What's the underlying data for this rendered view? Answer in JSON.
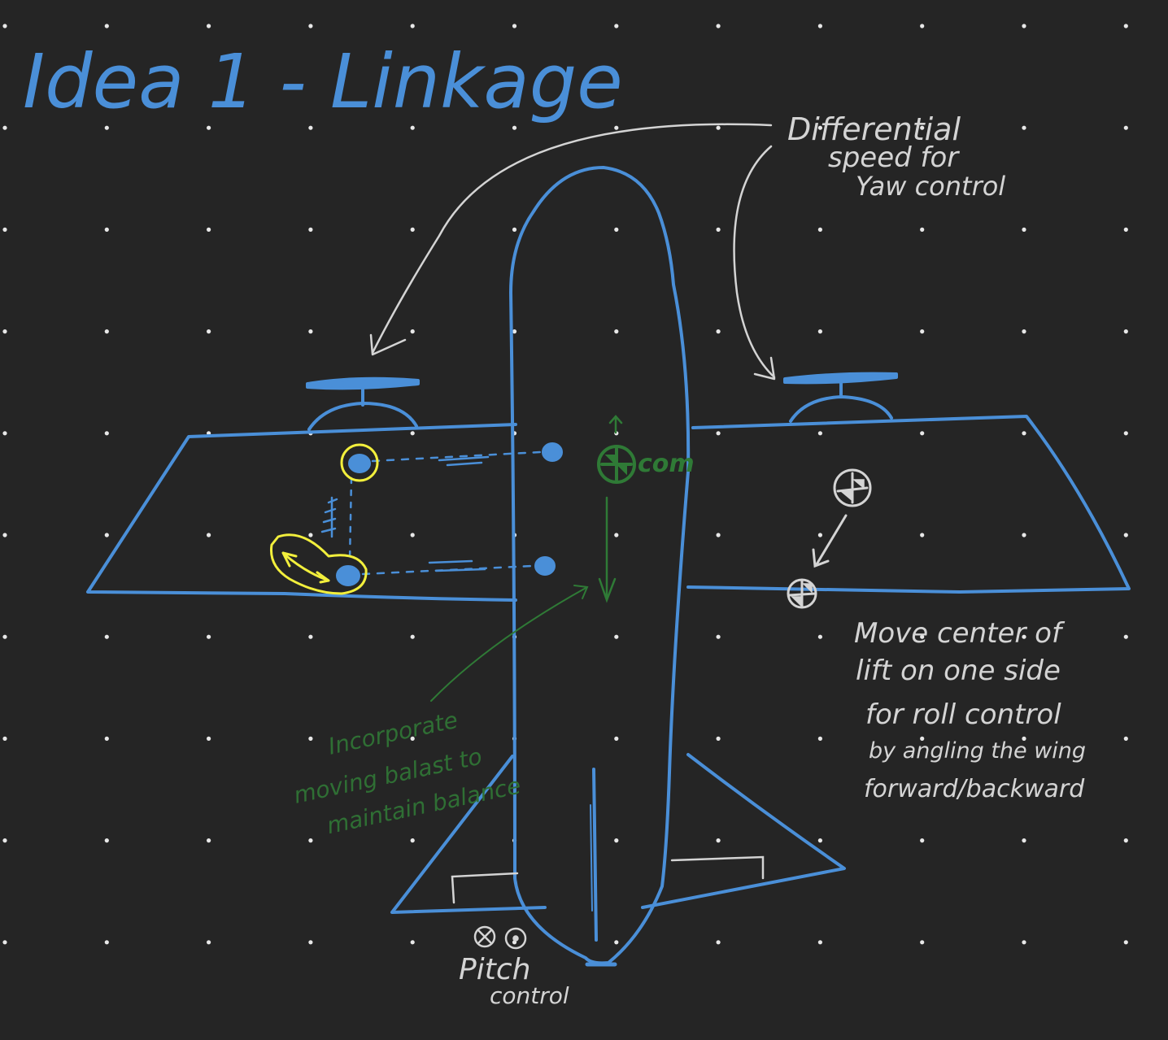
{
  "title": "Idea 1 - Linkage",
  "annotations": {
    "yaw": [
      "Differential",
      "speed for",
      "Yaw control"
    ],
    "com_label": "com",
    "roll": [
      "Move center of",
      "lift on one side",
      "for roll control",
      "by angling the wing",
      "forward/backward"
    ],
    "ballast": [
      "Incorporate",
      "moving balast to",
      "maintain balance"
    ],
    "pitch": [
      "Pitch",
      "control"
    ]
  },
  "colors": {
    "background": "#252525",
    "grid_dot": "#e8e8e8",
    "blue_ink": "#4a8fd8",
    "white_ink": "#d4d4d4",
    "green_ink": "#2f7a36",
    "yellow_ink": "#f2ef3c"
  }
}
